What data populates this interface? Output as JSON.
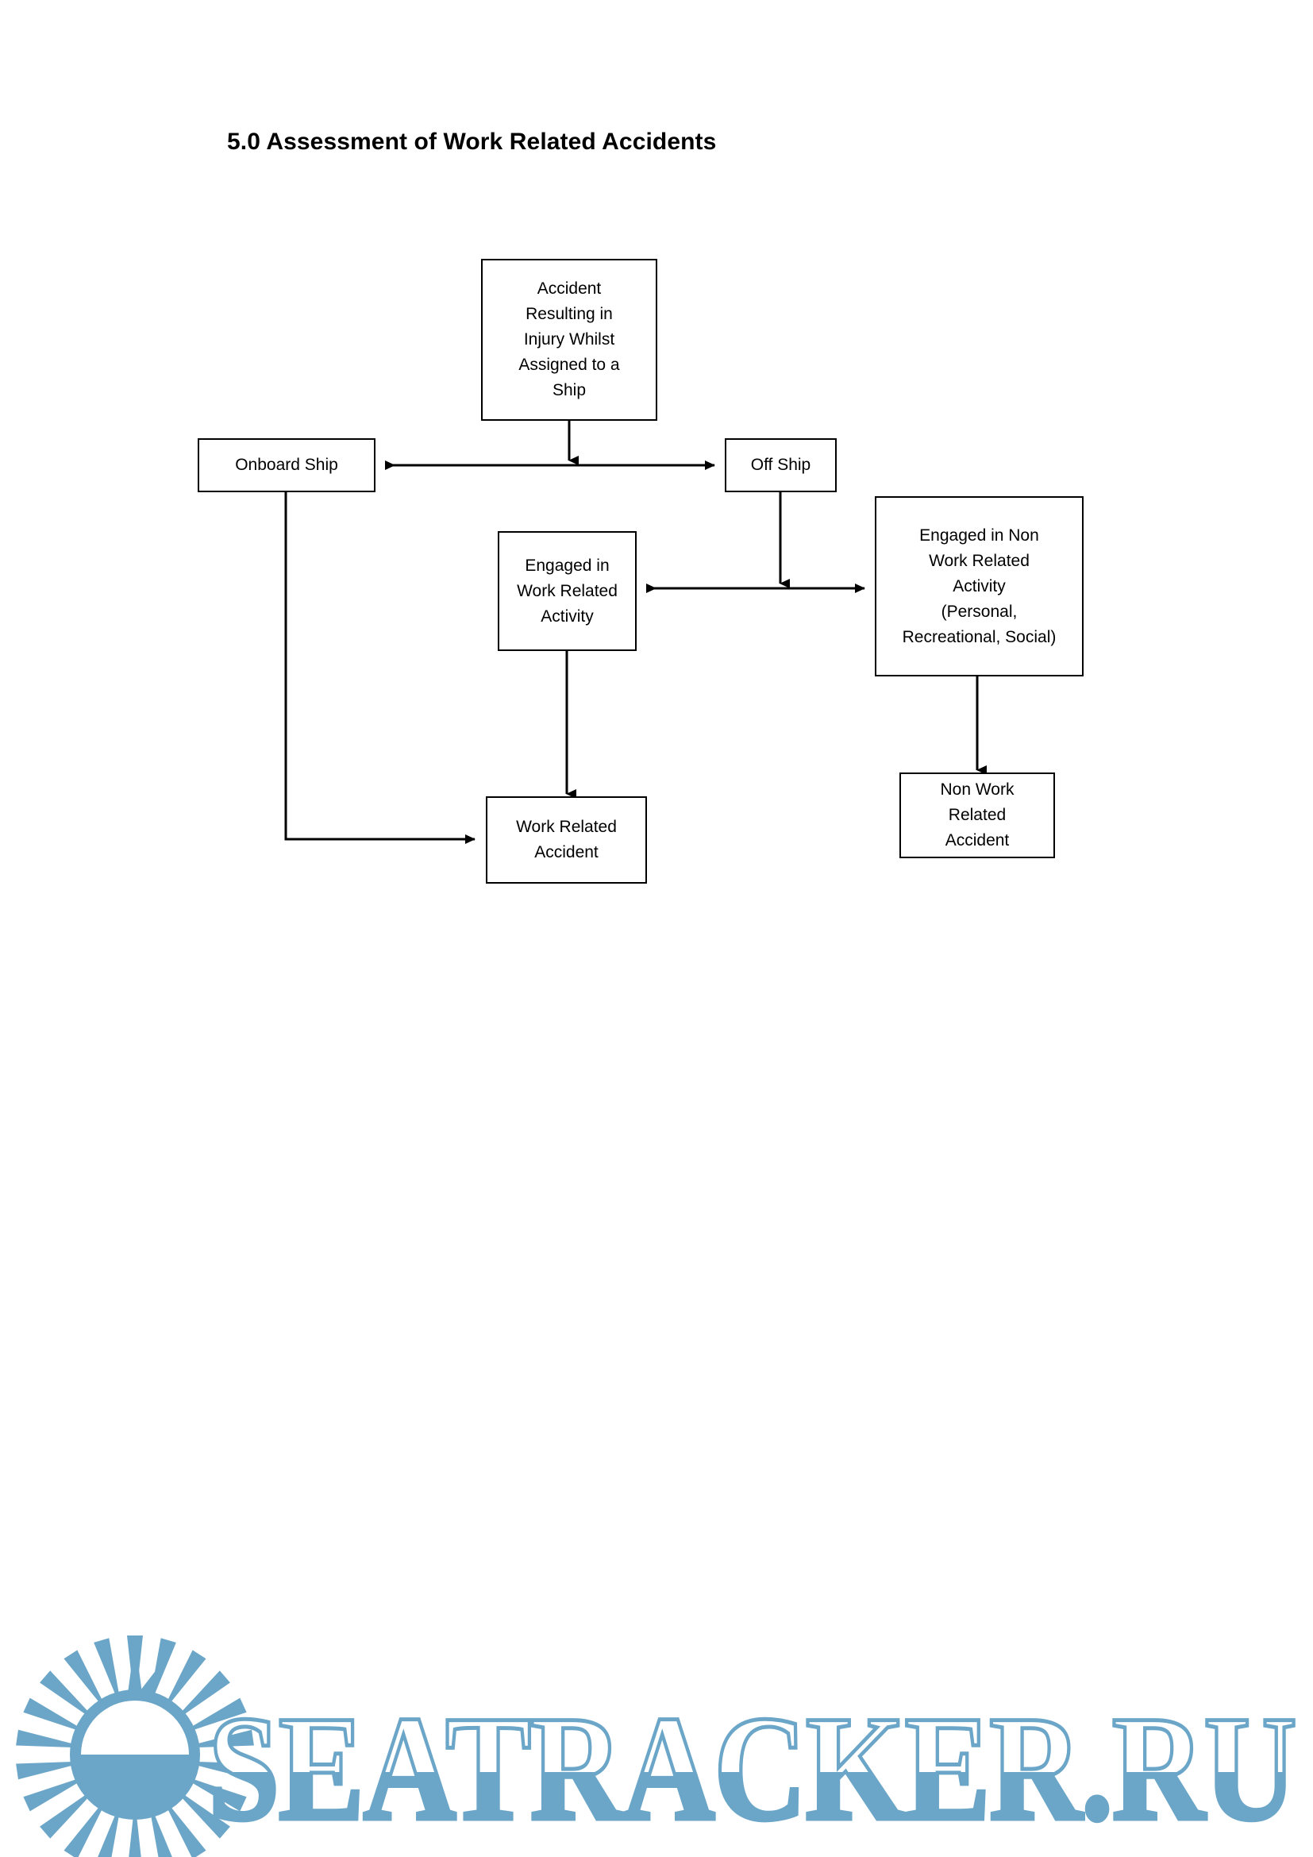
{
  "document": {
    "title": "5.0 Assessment of Work Related Accidents"
  },
  "flowchart": {
    "type": "flowchart",
    "nodes": [
      {
        "id": "accident",
        "label": "Accident\nResulting in\nInjury Whilst\nAssigned to a\nShip"
      },
      {
        "id": "onboard",
        "label": "Onboard Ship"
      },
      {
        "id": "offship",
        "label": "Off Ship"
      },
      {
        "id": "work_activity",
        "label": "Engaged in\nWork Related\nActivity"
      },
      {
        "id": "nonwork_activity",
        "label": "Engaged in Non\nWork Related\nActivity\n(Personal,\nRecreational, Social)"
      },
      {
        "id": "work_accident",
        "label": "Work Related\nAccident"
      },
      {
        "id": "nonwork_accident",
        "label": "Non Work\nRelated\nAccident"
      }
    ],
    "edges": [
      {
        "from": "accident",
        "to": "onboard"
      },
      {
        "from": "accident",
        "to": "offship"
      },
      {
        "from": "offship",
        "to": "work_activity"
      },
      {
        "from": "offship",
        "to": "nonwork_activity"
      },
      {
        "from": "work_activity",
        "to": "work_accident"
      },
      {
        "from": "onboard",
        "to": "work_accident"
      },
      {
        "from": "nonwork_activity",
        "to": "nonwork_accident"
      }
    ],
    "line_color": "#000000",
    "node_border_color": "#000000",
    "node_fill_color": "#ffffff"
  },
  "watermark": {
    "text": "SEATRACKER.RU",
    "color": "#6BA6C8",
    "icon": "sunrise-logo"
  }
}
